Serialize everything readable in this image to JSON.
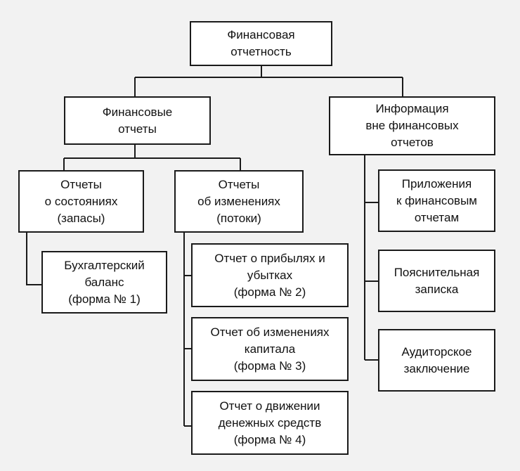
{
  "diagram": {
    "root": {
      "label": "Финансовая\nотчетность"
    },
    "financial_reports": {
      "label": "Финансовые\nотчеты"
    },
    "info_outside": {
      "label": "Информация\nвне финансовых\nотчетов"
    },
    "state_reports": {
      "label": "Отчеты\nо состояниях\n(запасы)"
    },
    "change_reports": {
      "label": "Отчеты\nоб изменениях\n(потоки)"
    },
    "balance_sheet": {
      "label": "Бухгалтерский\nбаланс\n(форма № 1)"
    },
    "profit_loss": {
      "label": "Отчет о прибылях и\nубытках\n(форма № 2)"
    },
    "capital_changes": {
      "label": "Отчет об изменениях\nкапитала\n(форма № 3)"
    },
    "cash_flow": {
      "label": "Отчет о движении\nденежных средств\n(форма № 4)"
    },
    "appendices": {
      "label": "Приложения\nк финансовым\nотчетам"
    },
    "explanatory_note": {
      "label": "Пояснительная\nзаписка"
    },
    "audit_report": {
      "label": "Аудиторское\nзаключение"
    }
  }
}
